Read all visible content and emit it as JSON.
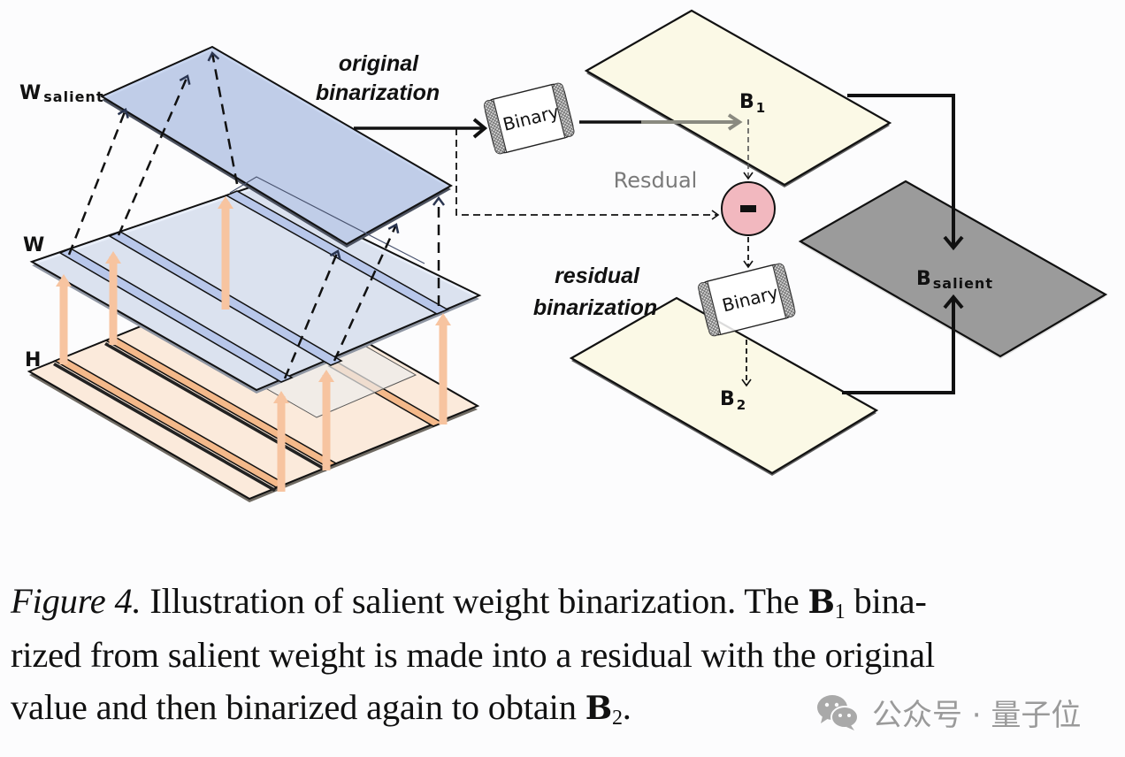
{
  "diagram": {
    "labels": {
      "w_salient_main": "W",
      "w_salient_sub": "salient",
      "w": "W",
      "h": "H",
      "original_line1": "original",
      "original_line2": "binarization",
      "residual_line1": "residual",
      "residual_line2": "binarization",
      "binary_box_1": "Binary",
      "binary_box_2": "Binary",
      "resdual": "Resdual",
      "minus": "-",
      "b1_main": "B",
      "b1_sub": "1",
      "b2_main": "B",
      "b2_sub": "2",
      "b_salient_main": "B",
      "b_salient_sub": "salient"
    },
    "colors": {
      "w_salient_plane": "#c6d4ef",
      "w_plane": "#e6edf9",
      "h_plane": "#fbeadb",
      "h_stripe": "#f4b98a",
      "orange_arrow": "#f7c4a0",
      "b_plane": "#fbf9e6",
      "b_salient_plane": "#9b9b9b",
      "minus_circle": "#f2b8bf",
      "resdual_text": "#7a7a7a"
    }
  },
  "caption": {
    "figure_label": "Figure 4.",
    "line1_text": " Illustration of salient weight binarization. The ",
    "line1_sym": "B",
    "line1_sub": "1",
    "line1_end": " bina-",
    "line2_text": "rized from salient weight is made into a residual with the original",
    "line3_text": "value and then binarized again to obtain ",
    "line3_sym": "B",
    "line3_sub": "2",
    "line3_end": "."
  },
  "watermark": {
    "icon": "wechat-icon",
    "text": "公众号 · 量子位"
  }
}
